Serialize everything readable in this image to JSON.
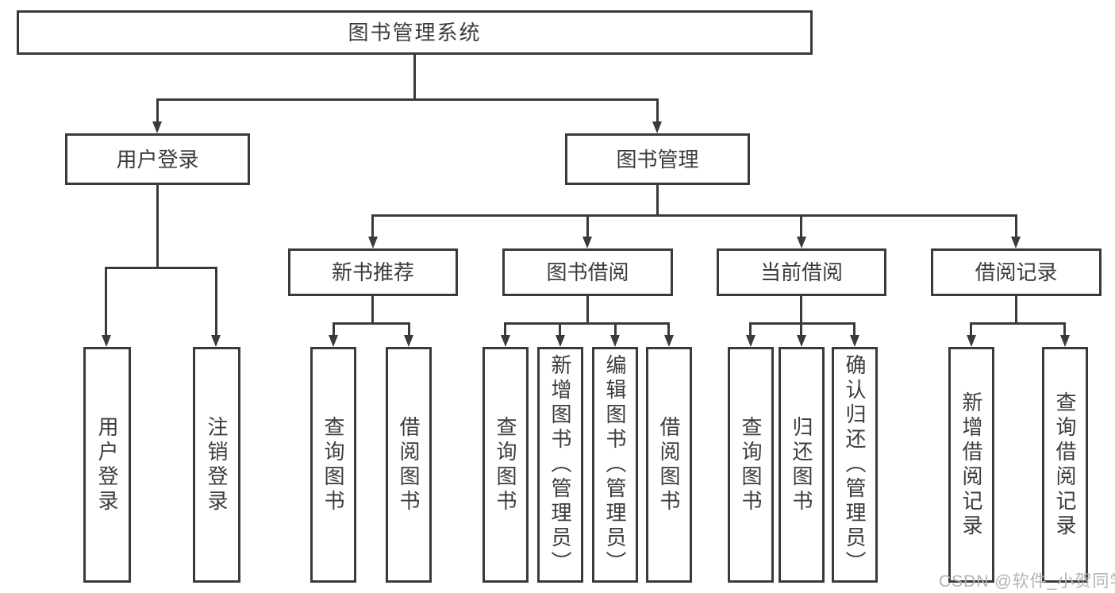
{
  "diagram": {
    "root": {
      "label": "图书管理系统"
    },
    "level2": [
      {
        "label": "用户登录"
      },
      {
        "label": "图书管理"
      }
    ],
    "level3": [
      {
        "label": "新书推荐"
      },
      {
        "label": "图书借阅"
      },
      {
        "label": "当前借阅"
      },
      {
        "label": "借阅记录"
      }
    ],
    "leaves": {
      "user": [
        "用户登录",
        "注销登录"
      ],
      "recommend": [
        "查询图书",
        "借阅图书"
      ],
      "borrow": [
        "查询图书",
        "新增图书（管理员）",
        "编辑图书（管理员）",
        "借阅图书"
      ],
      "current": [
        "查询图书",
        "归还图书",
        "确认归还（管理员）"
      ],
      "record": [
        "新增借阅记录",
        "查询借阅记录"
      ]
    }
  },
  "watermark": {
    "text": "CSDN @软件_小贺同学"
  },
  "colors": {
    "line": "#3a3a3a",
    "text": "#3c3c3c",
    "watermark": "#b3b3b3",
    "background": "#ffffff"
  }
}
